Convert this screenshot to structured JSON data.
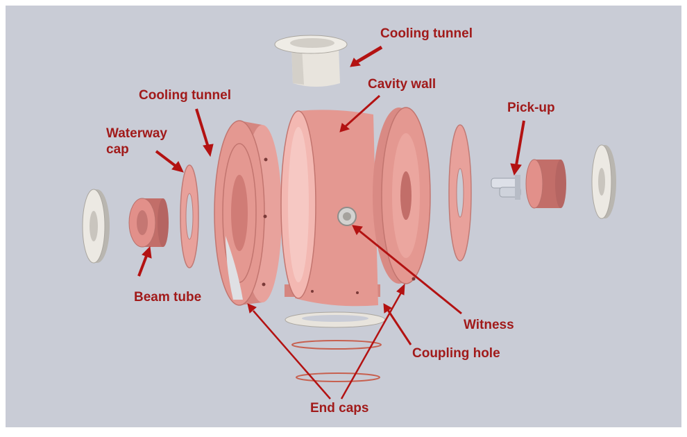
{
  "colors": {
    "background": "#c9ccd6",
    "label": "#a11a1a",
    "arrow": "#b31212",
    "copper": "#e2908a",
    "copper_dark": "#c26e69",
    "steel": "#e9e6e0",
    "steel_dark": "#b9b6b0"
  },
  "labels": {
    "cooling_tunnel_top": "Cooling tunnel",
    "cavity_wall": "Cavity wall",
    "cooling_tunnel_left": "Cooling tunnel",
    "waterway_cap": "Waterway\ncap",
    "pick_up": "Pick-up",
    "beam_tube": "Beam tube",
    "witness": "Witness",
    "coupling_hole": "Coupling hole",
    "end_caps": "End caps"
  }
}
